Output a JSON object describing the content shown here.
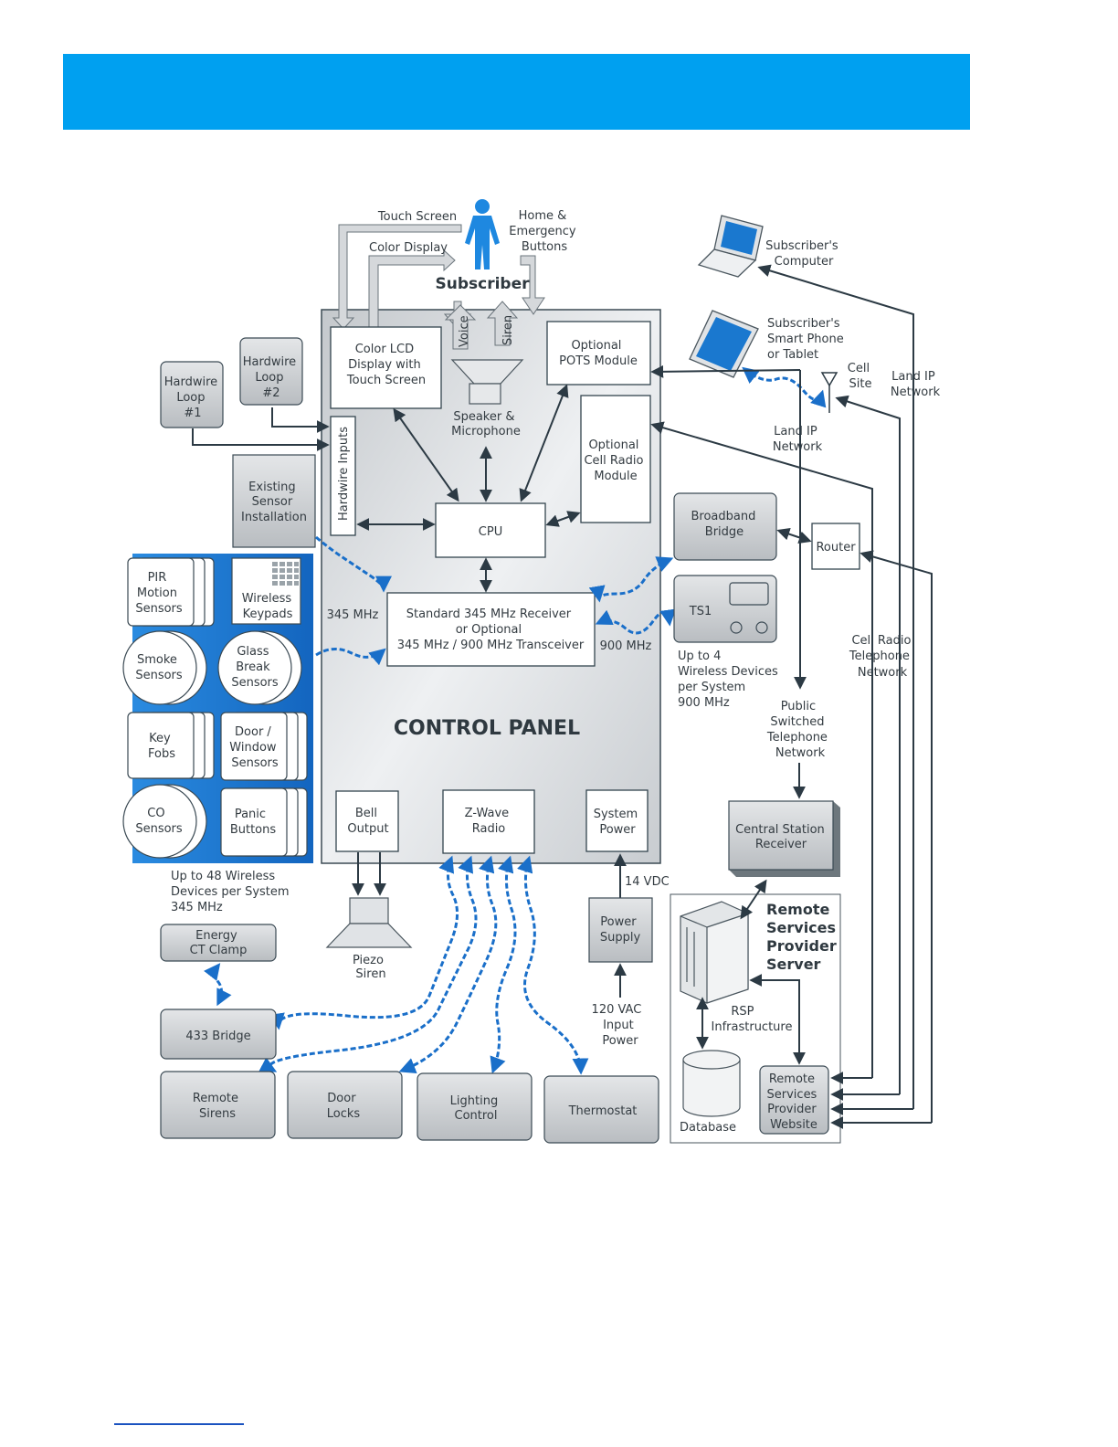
{
  "labels": {
    "touch_screen": "Touch Screen",
    "color_display": "Color Display",
    "home_emergency": [
      "Home &",
      "Emergency",
      "Buttons"
    ],
    "subscriber": "Subscriber",
    "voice": "Voice",
    "siren": "Siren",
    "color_lcd": [
      "Color LCD",
      "Display with",
      "Touch Screen"
    ],
    "speaker_mic": [
      "Speaker &",
      "Microphone"
    ],
    "pots": [
      "Optional",
      "POTS Module"
    ],
    "cell_radio_module": [
      "Optional",
      "Cell Radio",
      "Module"
    ],
    "hardwire_inputs": "Hardwire Inputs",
    "hardwire_loop1": [
      "Hardwire",
      "Loop",
      "#1"
    ],
    "hardwire_loop2": [
      "Hardwire",
      "Loop",
      "#2"
    ],
    "existing_sensor": [
      "Existing",
      "Sensor",
      "Installation"
    ],
    "cpu": "CPU",
    "receiver": [
      "Standard 345 MHz Receiver",
      "or Optional",
      "345 MHz / 900 MHz Transceiver"
    ],
    "mhz345": "345 MHz",
    "mhz900": "900 MHz",
    "control_panel": "CONTROL PANEL",
    "bell_output": [
      "Bell",
      "Output"
    ],
    "zwave": [
      "Z-Wave",
      "Radio"
    ],
    "system_power": [
      "System",
      "Power"
    ],
    "pir": [
      "PIR",
      "Motion",
      "Sensors"
    ],
    "wireless_keypads": [
      "Wireless",
      "Keypads"
    ],
    "smoke": [
      "Smoke",
      "Sensors"
    ],
    "glass_break": [
      "Glass",
      "Break",
      "Sensors"
    ],
    "key_fobs": [
      "Key",
      "Fobs"
    ],
    "door_window": [
      "Door /",
      "Window",
      "Sensors"
    ],
    "co": [
      "CO",
      "Sensors"
    ],
    "panic": [
      "Panic",
      "Buttons"
    ],
    "up_to_48": [
      "Up to 48 Wireless",
      "Devices per System",
      "345 MHz"
    ],
    "energy_ct": [
      "Energy",
      "CT Clamp"
    ],
    "bridge433": "433 Bridge",
    "piezo": [
      "Piezo",
      "Siren"
    ],
    "vdc14": "14 VDC",
    "power_supply": [
      "Power",
      "Supply"
    ],
    "vac120": [
      "120 VAC",
      "Input",
      "Power"
    ],
    "remote_sirens": [
      "Remote",
      "Sirens"
    ],
    "door_locks": [
      "Door",
      "Locks"
    ],
    "lighting": [
      "Lighting",
      "Control"
    ],
    "thermostat": "Thermostat",
    "subscriber_computer": [
      "Subscriber's",
      "Computer"
    ],
    "subscriber_phone": [
      "Subscriber's",
      "Smart Phone",
      "or Tablet"
    ],
    "cell_site": [
      "Cell",
      "Site"
    ],
    "land_ip_right": [
      "Land IP",
      "Network"
    ],
    "land_ip_mid": [
      "Land IP",
      "Network"
    ],
    "broadband": [
      "Broadband",
      "Bridge"
    ],
    "router": "Router",
    "ts1": "TS1",
    "up_to_4": [
      "Up to 4",
      "Wireless Devices",
      "per System",
      "900 MHz"
    ],
    "cell_radio_net": [
      "Cell Radio",
      "Telephone",
      "Network"
    ],
    "pstn": [
      "Public",
      "Switched",
      "Telephone",
      "Network"
    ],
    "central_station": [
      "Central Station",
      "Receiver"
    ],
    "rsp_server": [
      "Remote",
      "Services",
      "Provider",
      "Server"
    ],
    "rsp_infra": [
      "RSP",
      "Infrastructure"
    ],
    "database": "Database",
    "rsp_website": [
      "Remote",
      "Services",
      "Provider",
      "Website"
    ]
  },
  "colors": {
    "header_band": "#00a0f0",
    "wireless_arrows": "#1a6fc9",
    "sensor_panel": "#1a78cf",
    "subscriber_figure": "#1e88e0"
  }
}
